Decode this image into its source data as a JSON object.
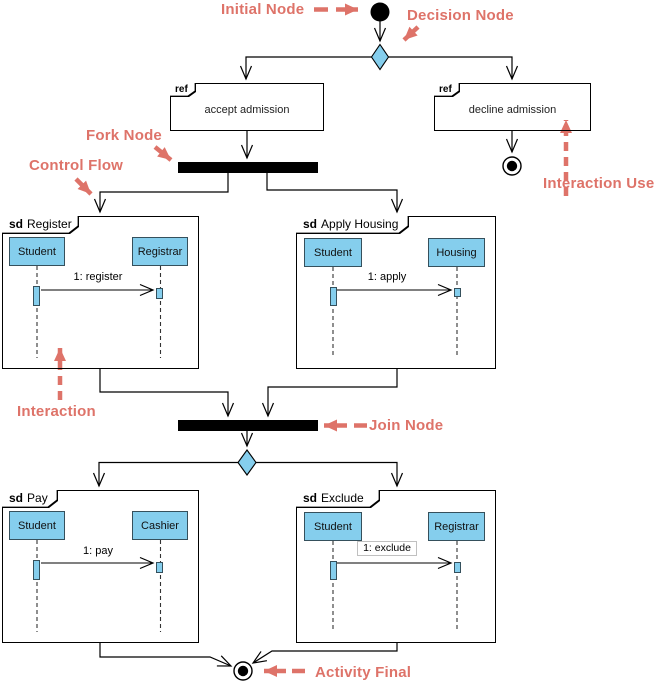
{
  "colors": {
    "accent": "#DE7369",
    "node_fill": "#85CEED",
    "line": "#000000"
  },
  "annotations": {
    "initial_node": "Initial Node",
    "decision_node": "Decision Node",
    "fork_node": "Fork Node",
    "control_flow": "Control Flow",
    "interaction_use": "Interaction Use",
    "interaction": "Interaction",
    "join_node": "Join Node",
    "activity_final": "Activity Final"
  },
  "ref_frames": [
    {
      "keyword": "ref",
      "name": "accept admission"
    },
    {
      "keyword": "ref",
      "name": "decline admission"
    }
  ],
  "sd_frames": [
    {
      "keyword": "sd",
      "name": "Register",
      "lifelines": [
        "Student",
        "Registrar"
      ],
      "message": "1: register",
      "message_boxed": false
    },
    {
      "keyword": "sd",
      "name": "Apply Housing",
      "lifelines": [
        "Student",
        "Housing"
      ],
      "message": "1: apply",
      "message_boxed": false
    },
    {
      "keyword": "sd",
      "name": "Pay",
      "lifelines": [
        "Student",
        "Cashier"
      ],
      "message": "1: pay",
      "message_boxed": false
    },
    {
      "keyword": "sd",
      "name": "Exclude",
      "lifelines": [
        "Student",
        "Registrar"
      ],
      "message": "1: exclude",
      "message_boxed": true
    }
  ]
}
